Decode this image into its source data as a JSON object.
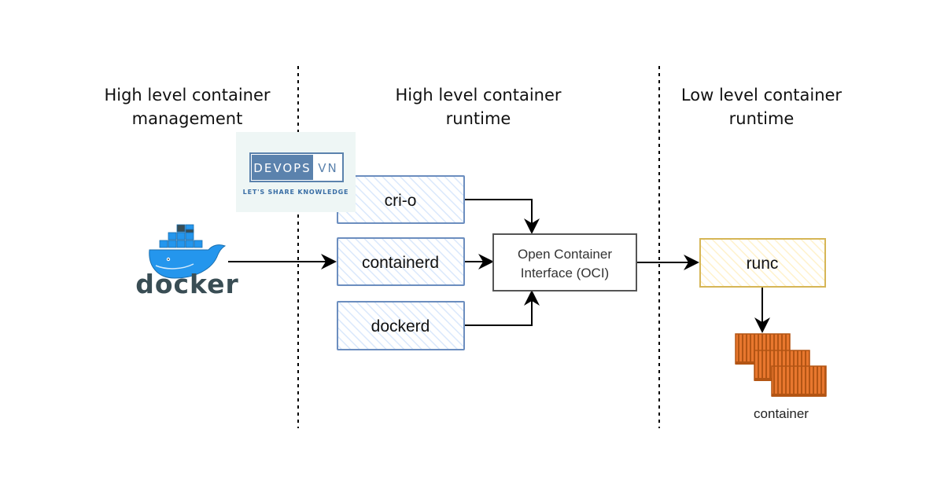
{
  "columns": {
    "high_level_management": "High level container\nmanagement",
    "high_level_runtime": "High level container\nruntime",
    "low_level_runtime": "Low level container\nruntime"
  },
  "nodes": {
    "docker": "docker",
    "cri_o": "cri-o",
    "containerd": "containerd",
    "dockerd": "dockerd",
    "oci": [
      "Open Container",
      "Interface (OCI)"
    ],
    "runc": "runc",
    "container": "container"
  },
  "logo": {
    "left_word": "DEVOPS",
    "right_word": "VN",
    "tagline": "LET'S SHARE KNOWLEDGE"
  },
  "colors": {
    "runtime_box_stroke": "#6c8ebf",
    "runtime_box_hatch": "#dae8fc",
    "runc_box_stroke": "#d6b656",
    "runc_box_hatch": "#fff2cc",
    "oci_box_stroke": "#555555",
    "container_orange": "#e8772e",
    "docker_blue": "#2496ed",
    "docker_text": "#394d54",
    "logo_blue": "#5b82ad",
    "logo_bg": "#eef6f5"
  },
  "icons": [
    "docker-whale-icon",
    "shipping-container-icon",
    "devopsvn-logo"
  ]
}
